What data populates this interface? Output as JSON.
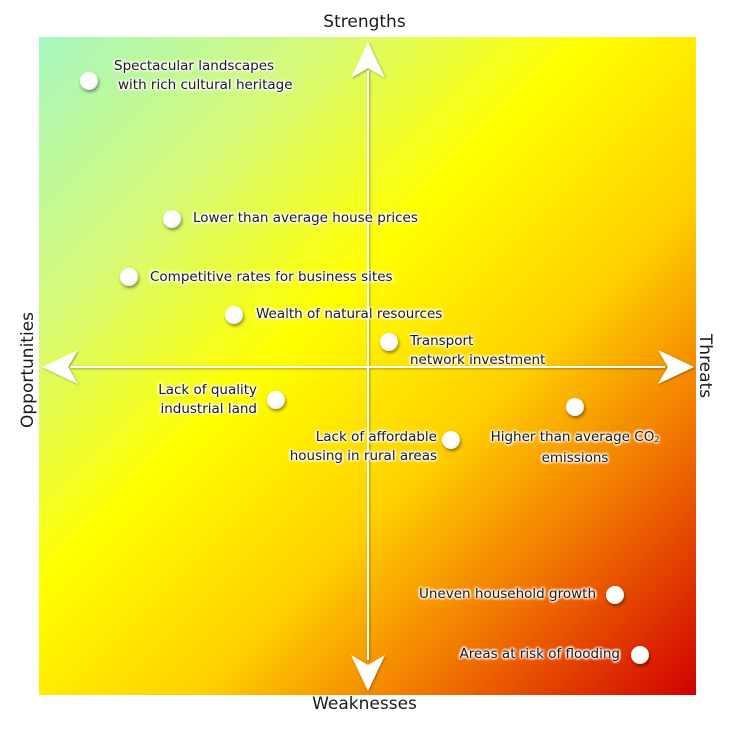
{
  "axes": {
    "top": "Strengths",
    "bottom": "Weaknesses",
    "left": "Opportunities",
    "right": "Threats"
  },
  "items": [
    {
      "lines": [
        "Spectacular landscapes",
        "with rich cultural heritage"
      ]
    },
    {
      "lines": [
        "Lower than average house prices"
      ]
    },
    {
      "lines": [
        "Competitive rates for business sites"
      ]
    },
    {
      "lines": [
        "Wealth of natural resources"
      ]
    },
    {
      "lines": [
        "Transport",
        "network investment"
      ]
    },
    {
      "lines": [
        "Lack of quality",
        "industrial land"
      ]
    },
    {
      "lines": [
        "Lack of affordable",
        "housing in rural areas"
      ]
    },
    {
      "lines": [
        "Higher than average CO",
        "emissions"
      ],
      "subscript": "2"
    },
    {
      "lines": [
        "Uneven household growth"
      ]
    },
    {
      "lines": [
        "Areas at risk of flooding"
      ]
    }
  ]
}
